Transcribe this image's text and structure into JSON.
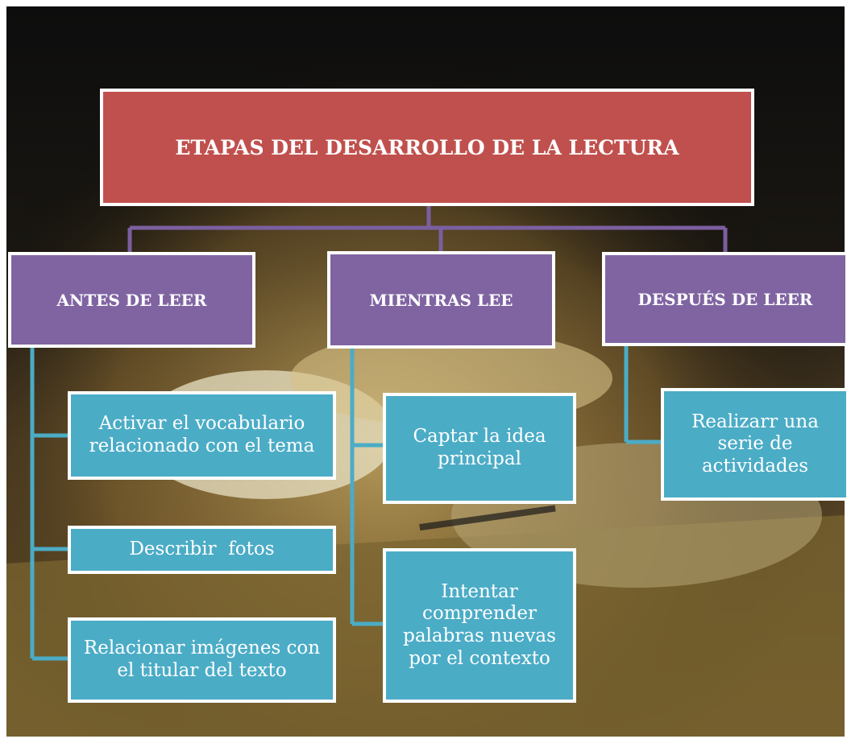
{
  "title": "ETAPAS DEL DESARROLLO DE LA LECTURA",
  "colors": {
    "title_fill": "#c0504d",
    "stage_fill": "#8064a2",
    "item_fill": "#4bacc6",
    "stage_connector": "#7b5fa0",
    "item_connector": "#4bacc6",
    "box_border": "#ffffff"
  },
  "stages": [
    {
      "label": "ANTES DE LEER",
      "items": [
        "Activar el vocabulario relacionado con el tema",
        "Describir  fotos",
        "Relacionar imágenes con el titular del texto"
      ]
    },
    {
      "label": "MIENTRAS LEE",
      "items": [
        "Captar la idea principal",
        "Intentar comprender palabras nuevas por el contexto"
      ]
    },
    {
      "label": "DESPUÉS DE LEER",
      "items": [
        "Realizarr una serie de actividades"
      ]
    }
  ]
}
